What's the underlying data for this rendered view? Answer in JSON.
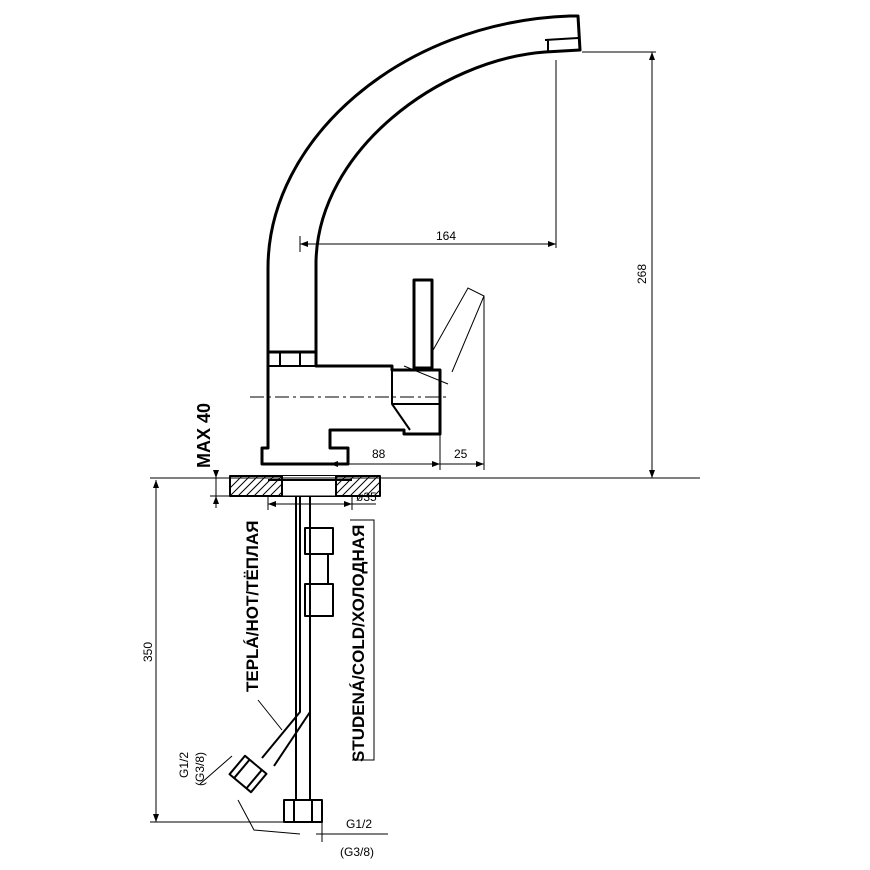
{
  "dimensions": {
    "reach": "164",
    "height": "268",
    "body_depth": "88",
    "lever_offset": "25",
    "hole_diameter": "ø35",
    "hose_length": "350",
    "max_thickness": "MAX  40"
  },
  "connections": {
    "left_thread": "G1/2",
    "left_thread_alt": "(G3/8)",
    "right_thread": "G1/2",
    "right_thread_alt": "(G3/8)"
  },
  "hoses": {
    "hot_label": "TEPLÁ/HOT/ТЁПЛАЯ",
    "cold_label": "STUDENÁ/COLD/ХОЛОДНАЯ"
  },
  "colors": {
    "ink": "#000000",
    "background": "#ffffff"
  }
}
